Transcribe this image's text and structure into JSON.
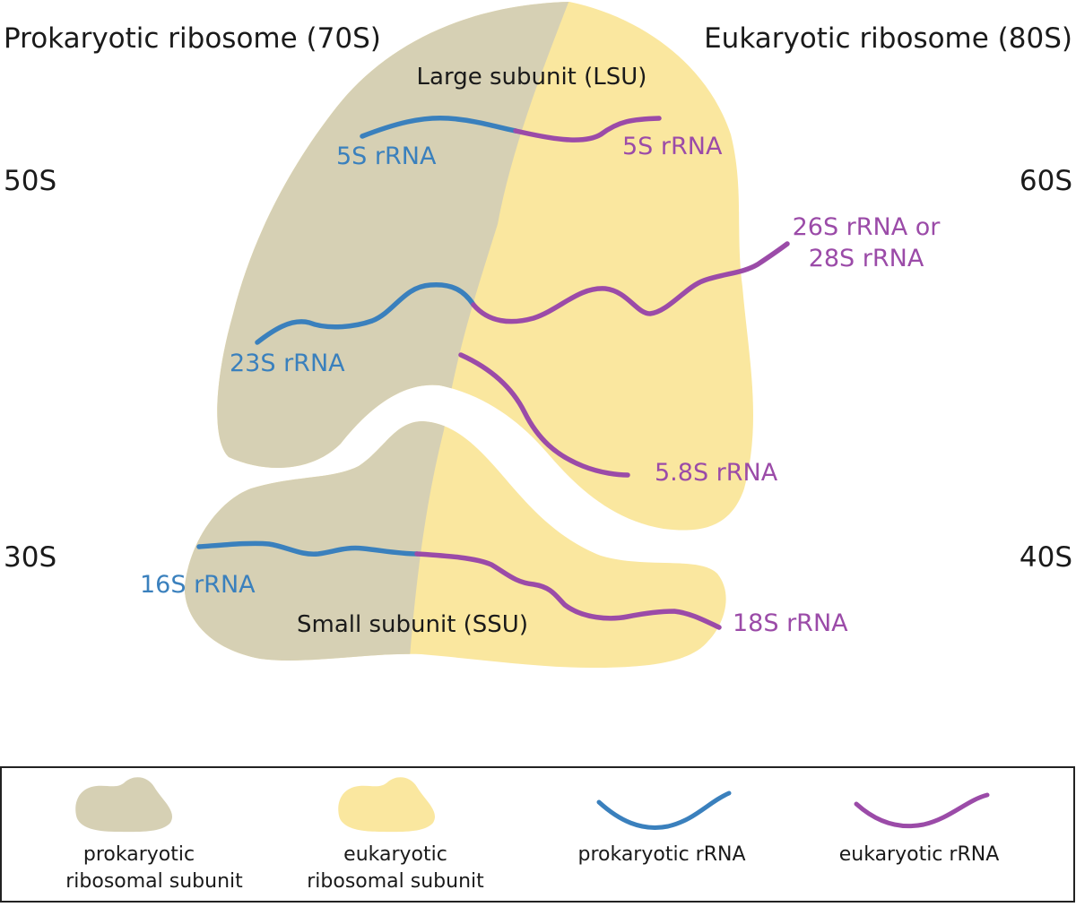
{
  "colors": {
    "prokaryotic_subunit": "#d6d0b4",
    "eukaryotic_subunit": "#fae79f",
    "prokaryotic_rrna": "#3a80bd",
    "eukaryotic_rrna": "#9b4ba8"
  },
  "headers": {
    "left": "Prokaryotic ribosome (70S)",
    "right": "Eukaryotic ribosome (80S)"
  },
  "sedimentation": {
    "left_large": "50S",
    "right_large": "60S",
    "left_small": "30S",
    "right_small": "40S"
  },
  "subunits": {
    "large": "Large subunit (LSU)",
    "small": "Small subunit (SSU)"
  },
  "rrna_labels": {
    "pro_5s": "5S rRNA",
    "euk_5s": "5S rRNA",
    "euk_26s_line1": "26S rRNA or",
    "euk_26s_line2": "28S rRNA",
    "pro_23s": "23S rRNA",
    "euk_58s": "5.8S rRNA",
    "pro_16s": "16S rRNA",
    "euk_18s": "18S rRNA"
  },
  "legend": [
    {
      "line1": "prokaryotic",
      "line2": "ribosomal subunit",
      "icon": "prokaryotic-subunit-blob"
    },
    {
      "line1": "eukaryotic",
      "line2": "ribosomal subunit",
      "icon": "eukaryotic-subunit-blob"
    },
    {
      "line1": "prokaryotic rRNA",
      "line2": "",
      "icon": "blue-wave-line"
    },
    {
      "line1": "eukaryotic rRNA",
      "line2": "",
      "icon": "purple-wave-line"
    }
  ]
}
